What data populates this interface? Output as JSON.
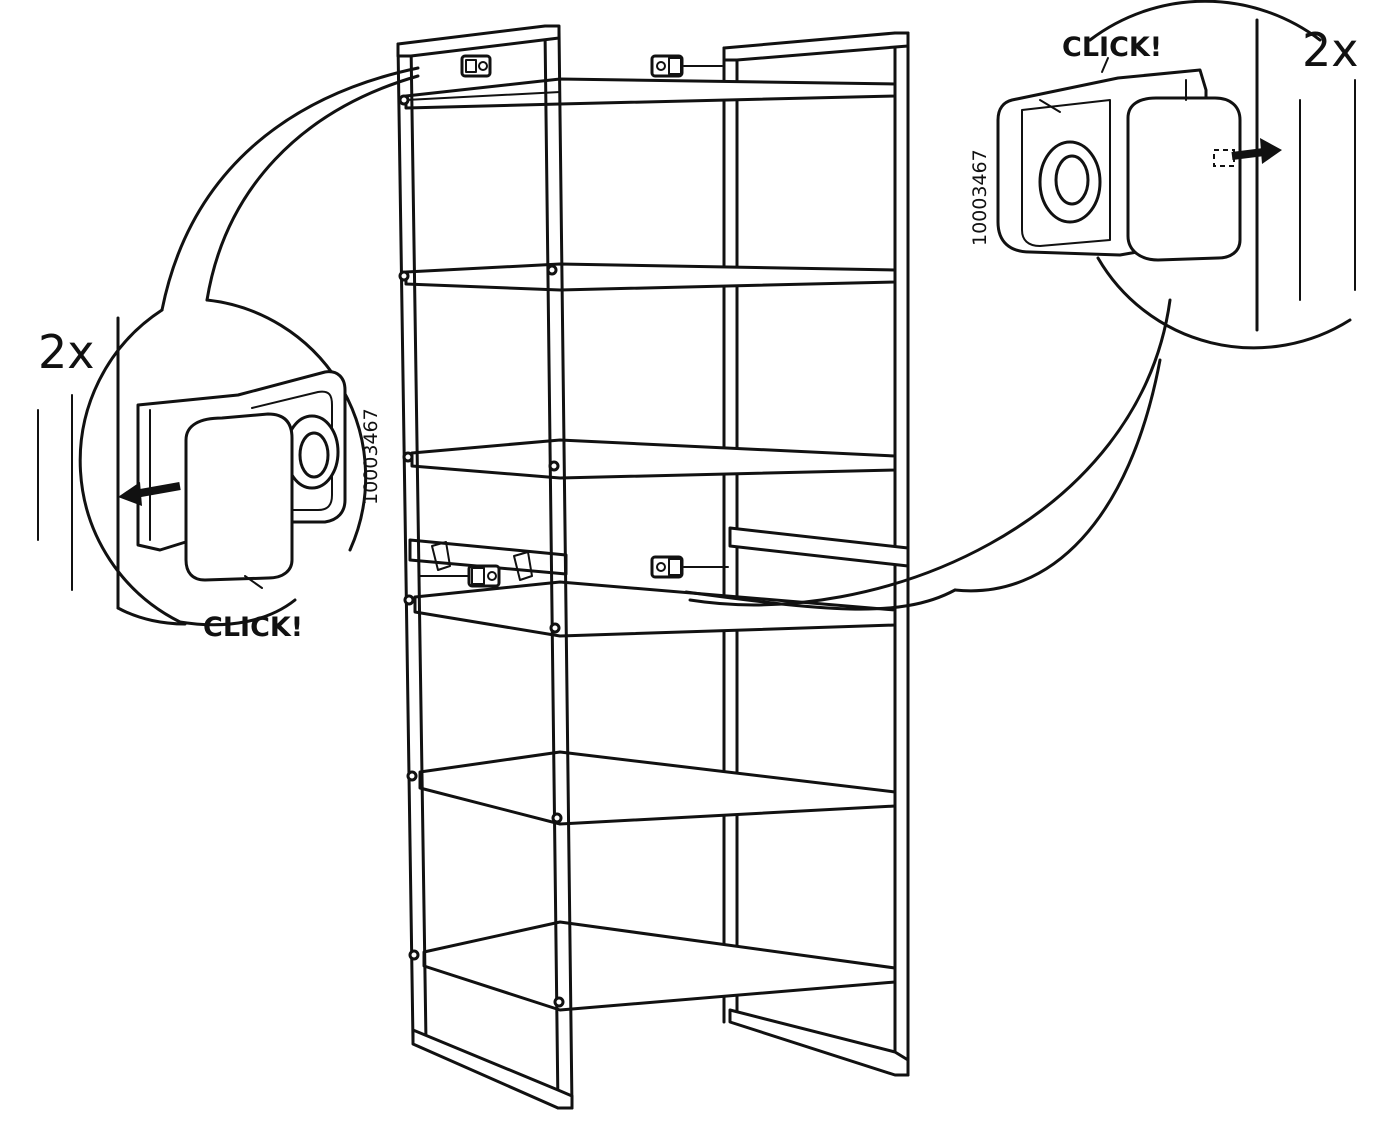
{
  "left_callout": {
    "quantity": "2x",
    "sound": "CLICK!",
    "part_number": "10003467"
  },
  "right_callout": {
    "quantity": "2x",
    "sound": "CLICK!",
    "part_number": "10003467"
  },
  "icons": {
    "shelf_unit": "shelf-unit-illustration",
    "clip": "shelf-clip-icon",
    "arrow": "direction-arrow-icon"
  }
}
